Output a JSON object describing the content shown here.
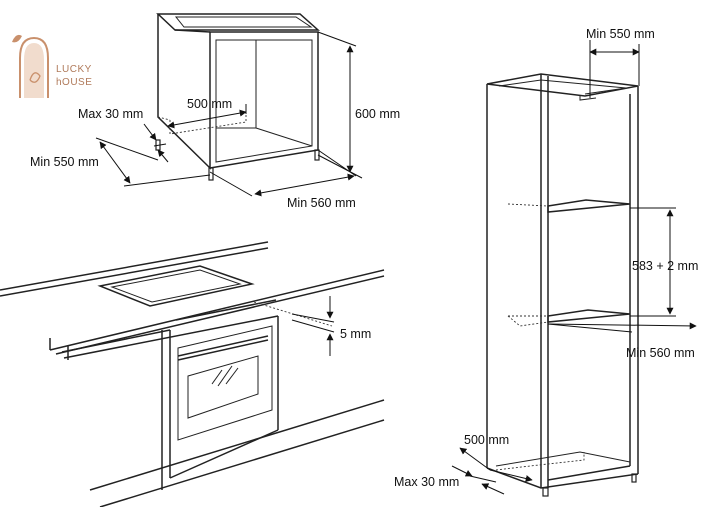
{
  "logo": {
    "line1": "LUCKY",
    "line2": "hOUSE",
    "color": "#c9906c"
  },
  "labels": {
    "top_depth": "500 mm",
    "top_height": "600 mm",
    "top_max30": "Max 30 mm",
    "top_min550": "Min 550 mm",
    "top_min560": "Min 560 mm",
    "hob_gap": "5 mm",
    "col_min550": "Min 550 mm",
    "col_583": "583 + 2 mm",
    "col_min560": "Min 560 mm",
    "col_500": "500 mm",
    "col_max30": "Max 30 mm"
  }
}
